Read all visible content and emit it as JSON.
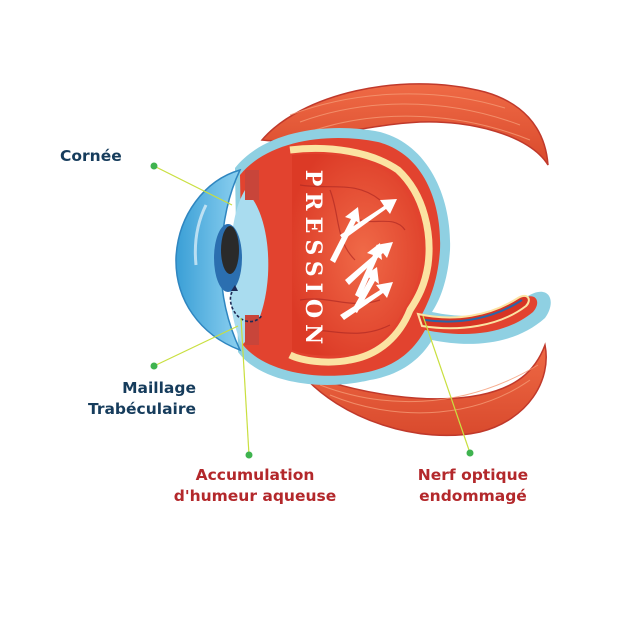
{
  "labels": {
    "cornea": "Cornée",
    "trabecular": [
      "Maillage",
      "Trabéculaire"
    ],
    "accumulation": [
      "Accumulation",
      "d'humeur aqueuse"
    ],
    "optic_nerve": [
      "Nerf optique",
      "endommagé"
    ],
    "pressure": "PRESSION"
  },
  "colors": {
    "label_dark": "#163c5c",
    "label_red": "#b3282b",
    "leader_dot": "#3fb34f",
    "leader_line": "#c9df3f",
    "sclera_red": "#e2432f",
    "eye_interior": "#e8442e",
    "muscle": "#ea5a39",
    "cornea_blue": "#43a7dc",
    "retina_yellow": "#fbe3a2",
    "outer_border": "#8fd0e2"
  }
}
